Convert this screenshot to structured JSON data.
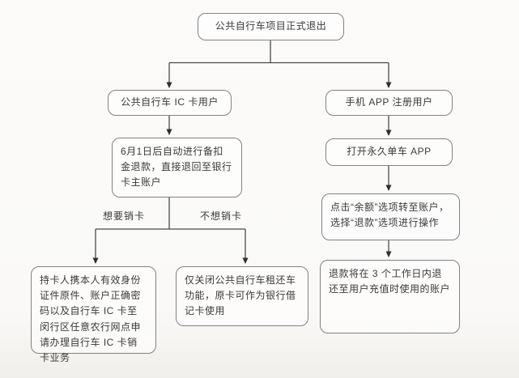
{
  "flowchart": {
    "nodes": {
      "root": {
        "label": "公共自行车项目正式退出"
      },
      "ic_users": {
        "label": "公共自行车 IC 卡用户"
      },
      "app_users": {
        "label": "手机 APP 注册用户"
      },
      "auto_refund": {
        "label": "6月1日后自动进行备扣金退款，直接退回至银行卡主账户"
      },
      "open_app": {
        "label": "打开永久单车 APP"
      },
      "balance": {
        "label": "点击“余额”选项转至账户，选择“退款”选项进行操作"
      },
      "refund_days": {
        "label": "退款将在 3 个工作日内退还至用户充值时使用的账户"
      },
      "cancel_card": {
        "label": "持卡人携本人有效身份证件原件、账户正确密码以及自行车 IC 卡至闵行区任意农行网点申请办理自行车 IC 卡销卡业务"
      },
      "keep_card": {
        "label": "仅关闭公共自行车租还车功能，原卡可作为银行借记卡使用"
      }
    },
    "edge_labels": {
      "want_cancel": "想要销卡",
      "no_cancel": "不想销卡"
    },
    "colors": {
      "line": "#4a4a4a",
      "arrow": "#2e2e2e",
      "box_border": "#828282",
      "text": "#3a3a3a",
      "background": "#fbfaf9"
    }
  }
}
